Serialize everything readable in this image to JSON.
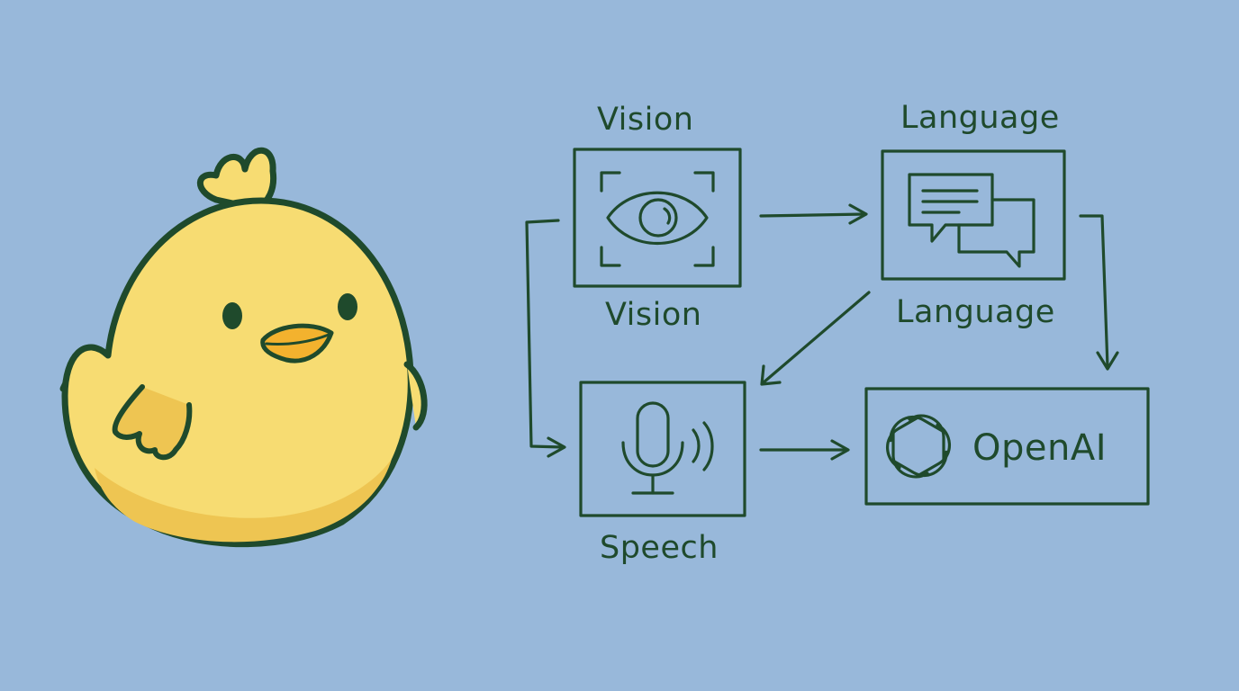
{
  "colors": {
    "background": "#98b8da",
    "ink": "#1f4a2c",
    "chick_body": "#f7dc72",
    "chick_shadow": "#eec552",
    "beak": "#f3b22e"
  },
  "icons": {
    "vision": "eye-icon",
    "language": "chat-bubbles-icon",
    "speech": "microphone-icon",
    "openai": "openai-logo-icon",
    "mascot": "chick-mascot"
  },
  "diagram": {
    "nodes": [
      {
        "id": "vision",
        "label_top": "Vision",
        "label_bottom": "Vision"
      },
      {
        "id": "language",
        "label_top": "Language",
        "label_bottom": "Language"
      },
      {
        "id": "speech",
        "label_bottom": "Speech"
      },
      {
        "id": "openai",
        "label_inline": "OpenAI"
      }
    ],
    "edges": [
      {
        "from": "vision",
        "to": "language"
      },
      {
        "from": "language",
        "to": "speech"
      },
      {
        "from": "language",
        "to": "openai"
      },
      {
        "from": "speech",
        "to": "openai"
      },
      {
        "from": "vision",
        "to": "speech"
      }
    ]
  }
}
